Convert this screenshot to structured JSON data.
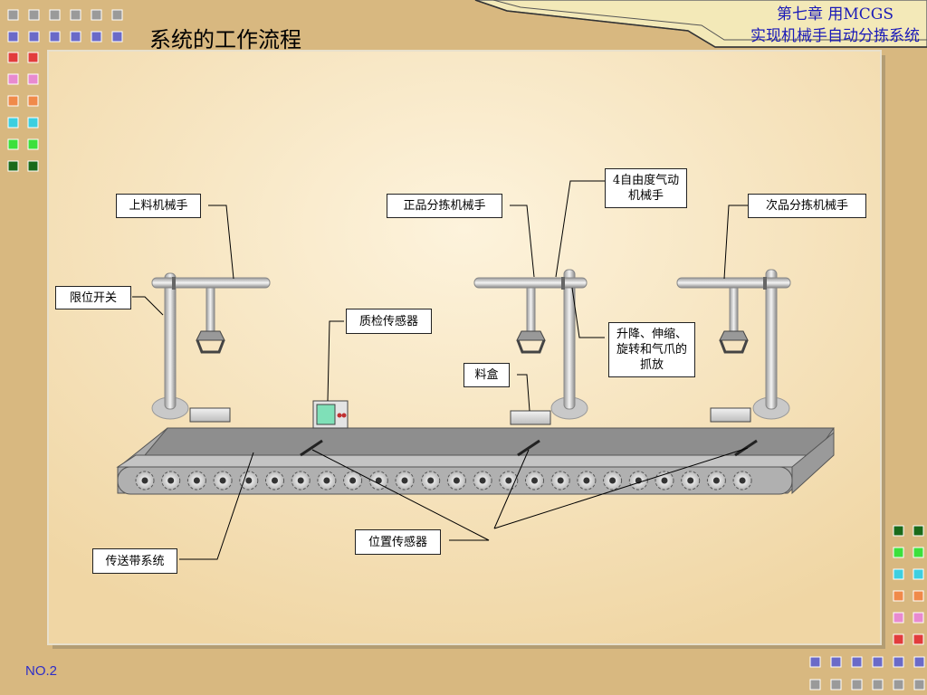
{
  "header": {
    "slide_title": "系统的工作流程",
    "chapter_line1": "第七章 用MCGS",
    "chapter_line2": "实现机械手自动分拣系统"
  },
  "footer": {
    "page_number": "NO.2"
  },
  "colors": {
    "slide_bg": "#d8b880",
    "panel_light": "#fbeed6",
    "panel_dark": "#f0d7a7",
    "chapter_text": "#1a1ab8",
    "decor_squares": [
      "#9a9a9a",
      "#6a6ac8",
      "#e23c3c",
      "#e88ad0",
      "#f08a4a",
      "#3ccfe0",
      "#3ce03c",
      "#1a6a1a"
    ]
  },
  "diagram": {
    "labels": {
      "loading_manipulator": "上料机械手",
      "limit_switch": "限位开关",
      "good_sorting_manipulator": "正品分拣机械手",
      "four_dof_manipulator": "4自由度气动机械手",
      "defect_sorting_manipulator": "次品分拣机械手",
      "quality_sensor": "质检传感器",
      "material_box": "料盒",
      "motions": "升降、伸缩、旋转和气爪的抓放",
      "conveyor_system": "传送带系统",
      "position_sensor": "位置传感器"
    }
  }
}
